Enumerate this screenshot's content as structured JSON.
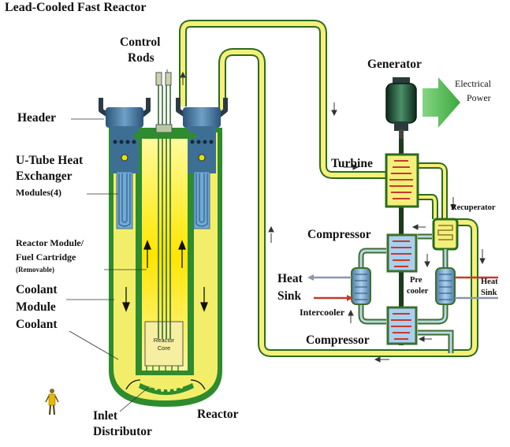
{
  "title": "Lead-Cooled Fast Reactor",
  "labels": {
    "control_rods_1": "Control",
    "control_rods_2": "Rods",
    "header": "Header",
    "u_tube_1": "U-Tube Heat",
    "u_tube_2": "Exchanger",
    "u_tube_3": "Modules(4)",
    "reactor_module_1": "Reactor Module/",
    "reactor_module_2": "Fuel Cartridge",
    "reactor_module_3": "(Removable)",
    "coolant_1": "Coolant",
    "coolant_2": "Module",
    "coolant_3": "Coolant",
    "inlet_1": "Inlet",
    "inlet_2": "Distributor",
    "reactor": "Reactor",
    "reactor_core_1": "Reactor",
    "reactor_core_2": "Core",
    "generator": "Generator",
    "electrical_1": "Electrical",
    "electrical_2": "Power",
    "turbine": "Turbine",
    "recuperator": "Recuperator",
    "compressor_top": "Compressor",
    "heat_sink_left_1": "Heat",
    "heat_sink_left_2": "Sink",
    "precooler_1": "Pre",
    "precooler_2": "cooler",
    "heat_sink_right_1": "Heat",
    "heat_sink_right_2": "Sink",
    "intercooler": "Intercooler",
    "compressor_bottom": "Compressor"
  },
  "colors": {
    "vessel_outer": "#2e8b2e",
    "vessel_fill": "#f2ee6a",
    "core_glow": "#ffe000",
    "pipe_outline": "#2c6b1e",
    "pipe_fill": "#f4f07a",
    "header_blue": "#3d6f95",
    "hx_blue": "#6fa9d8",
    "arrow_green": "#4cb04c",
    "hot_red": "#c23b2a"
  }
}
